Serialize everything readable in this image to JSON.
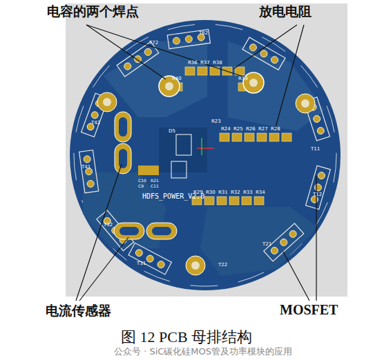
{
  "diagram": {
    "caption": "图 12   PCB 母排结构",
    "labels": [
      "电容的两个焊点",
      "放电电阻",
      "电流传感器",
      "MOSFET",
      "R36",
      "R37",
      "R38",
      "R40",
      "R39",
      "R23",
      "R24",
      "R25",
      "R26",
      "R27",
      "R28",
      "R29",
      "R30",
      "R31",
      "R32",
      "R33",
      "R34",
      "HDFS_POWER_V2.0",
      "C10",
      "C9",
      "R21",
      "C11",
      "D5",
      "T72",
      "T62",
      "T42",
      "T41",
      "T32",
      "T31",
      "T22",
      "T21",
      "T12",
      "T11",
      "公众号 · SiC碳化硅MOS管及功率模块的应用"
    ]
  }
}
